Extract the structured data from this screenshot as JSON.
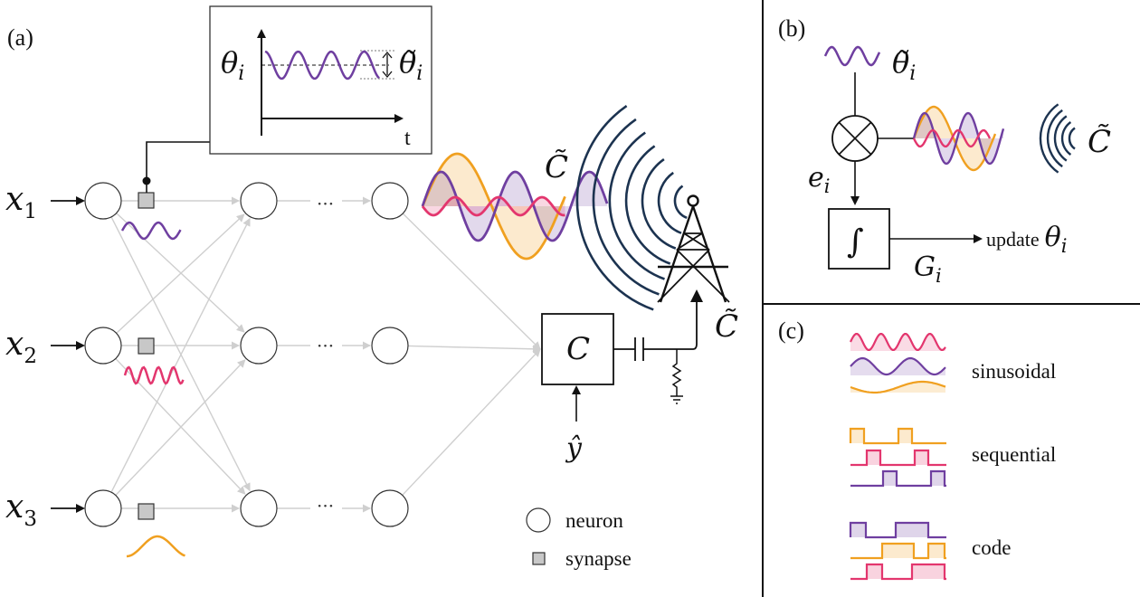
{
  "panels": {
    "a": "(a)",
    "b": "(b)",
    "c": "(c)"
  },
  "network": {
    "inputs": [
      {
        "label": "x",
        "sub": "1"
      },
      {
        "label": "x",
        "sub": "2"
      },
      {
        "label": "x",
        "sub": "3"
      }
    ],
    "ellipsis": "···",
    "cost_block": "C",
    "target": "ŷ",
    "broadcast": "C̃",
    "output": "C̃"
  },
  "inset": {
    "ylabel": "θ",
    "ysub": "i",
    "xlabel": "t",
    "amp_label": "θ̃",
    "amp_sub": "i"
  },
  "legend": {
    "neuron": "neuron",
    "synapse": "synapse"
  },
  "panel_b": {
    "pert": "θ̃",
    "pert_sub": "i",
    "err": "e",
    "err_sub": "i",
    "integrator": "∫",
    "grad": "G",
    "grad_sub": "i",
    "update": "update",
    "update_var": "θ",
    "update_sub": "i",
    "broadcast": "C̃"
  },
  "panel_c": {
    "types": [
      "sinusoidal",
      "sequential",
      "code"
    ]
  },
  "colors": {
    "purple": "#6f3fa0",
    "pink": "#e3366e",
    "orange": "#f0a020",
    "navy": "#1c3350",
    "edge": "#cfcfcf"
  }
}
